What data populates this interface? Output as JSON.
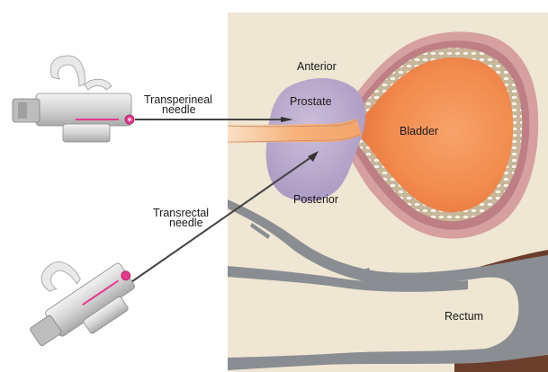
{
  "labels": {
    "anterior": "Anterior",
    "prostate": "Prostate",
    "bladder": "Bladder",
    "posterior": "Posterior",
    "rectum": "Rectum",
    "transperineal_line1": "Transperineal",
    "transperineal_line2": "needle",
    "transrectal_line1": "Transrectal",
    "transrectal_line2": "needle"
  },
  "colors": {
    "background": "#ffffff",
    "tissue": "#efe6d3",
    "bladder_wall_outer": "#d6a0a0",
    "bladder_wall_muscle": "#bd7f84",
    "bladder_inner_fill": "#f28b4e",
    "prostate": "#b9a6cb",
    "urethra": "#f5b47a",
    "rectum_wall": "#8a8d92",
    "rectum_outer": "#6b3e2c",
    "device_body": "#d0d0d0",
    "device_accent": "#e7388f",
    "needle": "#444444"
  }
}
